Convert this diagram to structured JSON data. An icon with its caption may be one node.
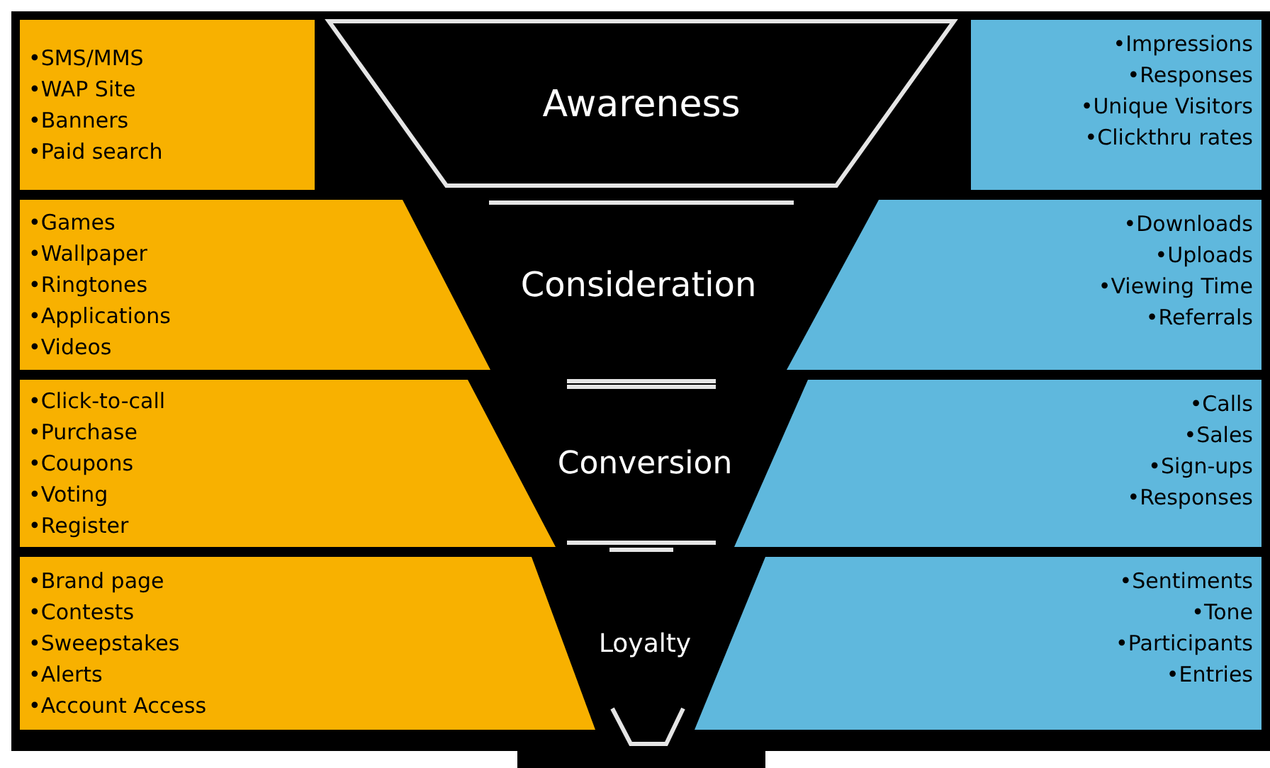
{
  "diagram": {
    "nodes": [
      {
        "text": [
          "•SMS/MMS",
          "•WAP Site",
          "•Banners",
          "•Paid search"
        ]
      },
      {
        "text": [
          "Awareness"
        ]
      },
      {
        "text": [
          "•Impressions",
          "•Responses",
          "•Unique Visitors",
          "•Clickthru rates"
        ]
      },
      {
        "text": [
          "•Games",
          "•Wallpaper",
          "•Ringtones",
          "•Applications",
          "•Videos"
        ]
      },
      {
        "text": [
          "Consideration"
        ]
      },
      {
        "text": [
          "•Downloads",
          "•Uploads",
          "•Viewing Time",
          "•Referrals"
        ]
      },
      {
        "text": [
          "•Click-to-call",
          "•Purchase",
          "•Coupons",
          "•Voting",
          "•Register"
        ]
      },
      {
        "text": [
          "Conversion"
        ]
      },
      {
        "text": [
          "•Calls",
          "•Sales",
          "•Sign-ups",
          "•Responses"
        ]
      },
      {
        "text": [
          "•Brand page",
          "•Contests",
          "•Sweepstakes",
          "•Alerts",
          "•Account Access"
        ]
      },
      {
        "text": [
          "Loyalty"
        ]
      },
      {
        "text": [
          "•Sentiments",
          "•Tone",
          "•Participants",
          "•Entries"
        ]
      }
    ]
  }
}
